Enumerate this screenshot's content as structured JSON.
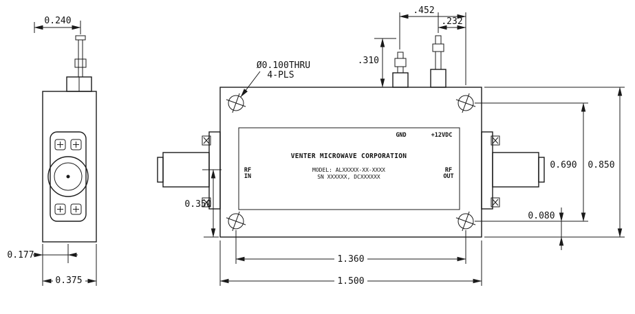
{
  "drawing": {
    "note": {
      "line1": "Ø0.100THRU",
      "line2": "4-PLS"
    },
    "label": {
      "gnd": "GND",
      "vdc": "+12VDC",
      "company": "VENTER MICROWAVE CORPORATION",
      "model": "MODEL: ALXXXXX-XX-XXXX",
      "serial": "SN XXXXXX, DCXXXXXX",
      "rf_in_top": "RF",
      "rf_in_bottom": "IN",
      "rf_out_top": "RF",
      "rf_out_bottom": "OUT"
    },
    "dims": {
      "pin_offset": "0.240",
      "gnd_pin_to_hole": ".452",
      "vdc_pin_to_hole": ".232",
      "pin_height": ".310",
      "hole_spacing_vertical": "0.690",
      "body_height": "0.850",
      "connector_centerline": "0.350",
      "hole_to_edge": "0.080",
      "connector_offset": "0.177",
      "body_depth": "0.375",
      "hole_spacing_horizontal": "1.360",
      "body_length": "1.500"
    }
  }
}
